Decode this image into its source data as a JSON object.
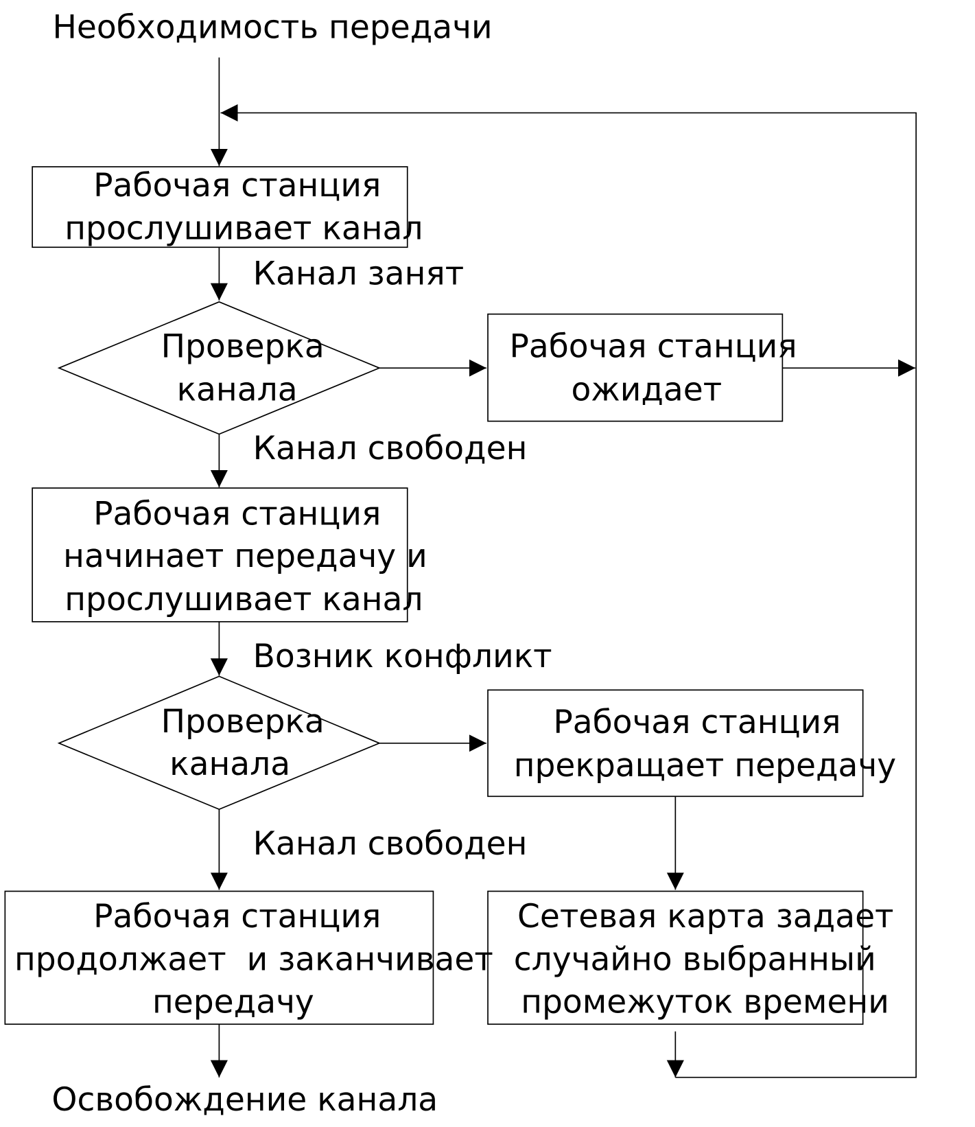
{
  "title": "Необходимость передачи",
  "end": "Освобождение канала",
  "nodes": {
    "listen": [
      "Рабочая станция",
      "прослушивает канал"
    ],
    "check1": [
      "Проверка",
      "канала"
    ],
    "wait": [
      "Рабочая станция",
      "ожидает"
    ],
    "transmit": [
      "Рабочая станция",
      "начинает передачу и",
      "прослушивает канал"
    ],
    "check2": [
      "Проверка",
      "канала"
    ],
    "stop": [
      "Рабочая станция",
      "прекращает передачу"
    ],
    "finish": [
      "Рабочая станция",
      "продолжает  и заканчивает",
      "передачу"
    ],
    "random": [
      "Сетевая карта задает",
      "случайно выбранный",
      "промежуток времени"
    ]
  },
  "edges": {
    "busy": "Канал занят",
    "free1": "Канал свободен",
    "conflict": "Возник конфликт",
    "free2": "Канал свободен"
  },
  "colors": {
    "stroke": "#000000",
    "background": "#ffffff"
  }
}
